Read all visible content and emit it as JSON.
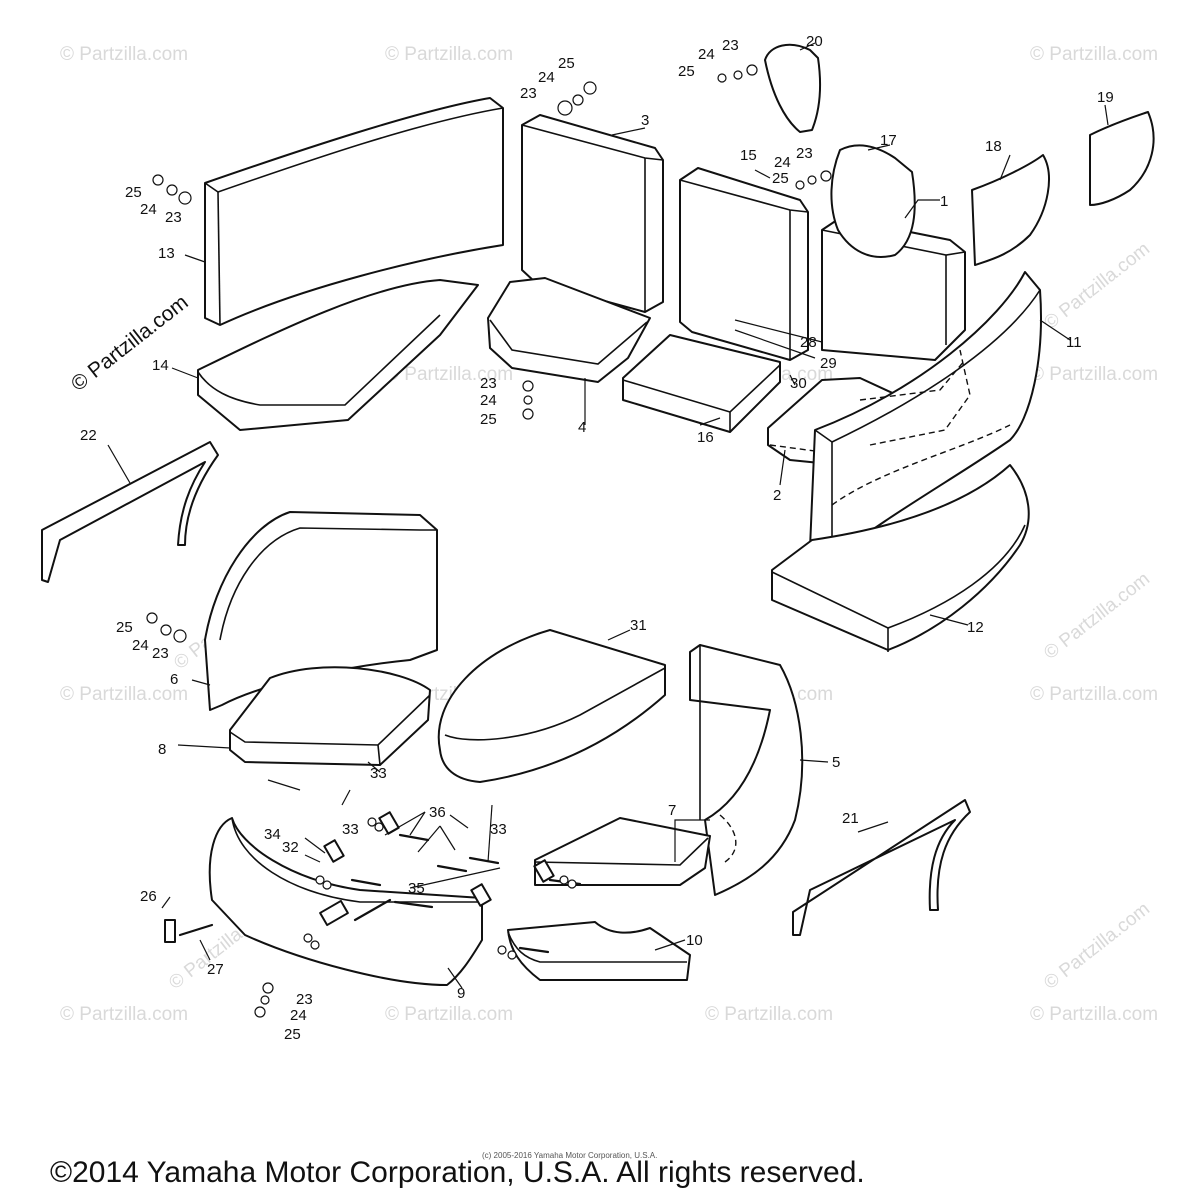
{
  "watermark": {
    "site": "© Partzilla.com",
    "color": "#d9d9d9"
  },
  "callouts": {
    "p1": "1",
    "p2": "2",
    "p3": "3",
    "p4": "4",
    "p5": "5",
    "p6": "6",
    "p7": "7",
    "p8": "8",
    "p9": "9",
    "p10": "10",
    "p11": "11",
    "p12": "12",
    "p13": "13",
    "p14": "14",
    "p15": "15",
    "p16": "16",
    "p17": "17",
    "p18": "18",
    "p19": "19",
    "p20": "20",
    "p21": "21",
    "p22": "22",
    "p23": "23",
    "p24": "24",
    "p25": "25",
    "p26": "26",
    "p27": "27",
    "p28": "28",
    "p29": "29",
    "p30": "30",
    "p31": "31",
    "p32": "32",
    "p33": "33",
    "p34": "34",
    "p35": "35",
    "p36": "36"
  },
  "footer": {
    "small_print": "(c) 2005-2016 Yamaha Motor Corporation, U.S.A.",
    "copyright": "©2014 Yamaha Motor Corporation, U.S.A. All rights reserved."
  }
}
